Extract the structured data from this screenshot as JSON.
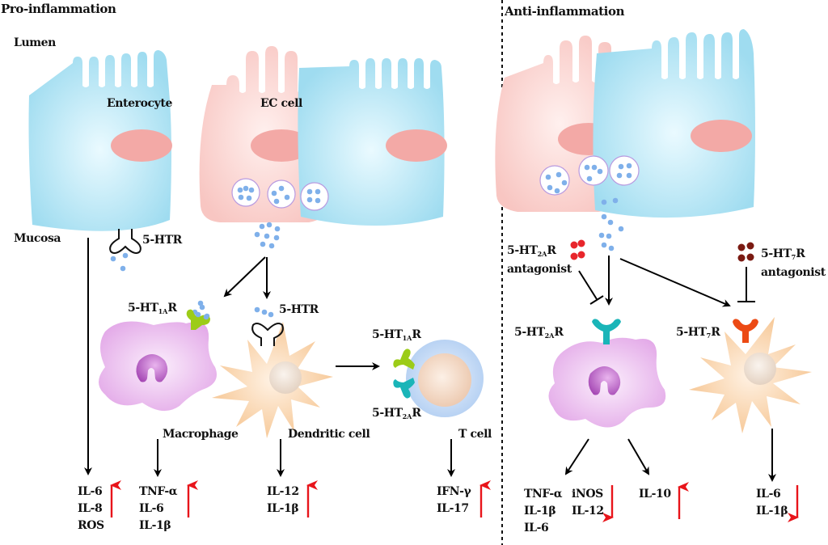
{
  "panels": {
    "left_title": "Pro-inflammation",
    "right_title": "Anti-inflammation"
  },
  "regions": {
    "lumen": "Lumen",
    "mucosa": "Mucosa"
  },
  "cells": {
    "enterocyte": "Enterocyte",
    "ec_cell": "EC cell",
    "macrophage": "Macrophage",
    "dendritic": "Dendritic cell",
    "tcell": "T cell"
  },
  "receptors": {
    "htr": "5-HTR",
    "ht1a_prefix": "5-HT",
    "ht1a_sub": "1A",
    "ht1a_suffix": "R",
    "ht2a_prefix": "5-HT",
    "ht2a_sub": "2A",
    "ht2a_suffix": "R",
    "ht7_prefix": "5-HT",
    "ht7_sub": "7",
    "ht7_suffix": "R",
    "antagonist": "antagonist"
  },
  "outputs": {
    "enterocyte": {
      "items": [
        "IL-6",
        "IL-8",
        "ROS"
      ],
      "direction": "up"
    },
    "macrophage": {
      "items": [
        "TNF-α",
        "IL-6",
        "IL-1β"
      ],
      "direction": "up"
    },
    "dendritic": {
      "items": [
        "IL-12",
        "IL-1β"
      ],
      "direction": "up"
    },
    "tcell": {
      "items": [
        "IFN-γ",
        "IL-17"
      ],
      "direction": "up"
    },
    "anti_macrophage_a": {
      "items": [
        "TNF-α",
        "IL-1β",
        "IL-6"
      ]
    },
    "anti_macrophage_b": {
      "items": [
        "iNOS",
        "IL-12"
      ],
      "direction": "down"
    },
    "anti_macrophage_c": {
      "items": [
        "IL-10"
      ],
      "direction": "up"
    },
    "anti_dendritic": {
      "items": [
        "IL-6",
        "IL-1β"
      ],
      "direction": "down"
    }
  },
  "colors": {
    "enterocyte": "#a8e0f0",
    "ec_cell": "#f8c8c4",
    "nucleus": "#f3a9a6",
    "serotonin": "#7fb0ea",
    "macrophage": "#e7b6ea",
    "dendritic": "#f7cc9e",
    "ht1a": "#9ccc18",
    "ht2a": "#1ab5b8",
    "ht7": "#ec4a14",
    "ht2a_antagonist": "#e8262c",
    "ht7_antagonist": "#7a1a12",
    "up_arrow": "#e8141a",
    "tcell_outer": "#bcd6f4"
  }
}
